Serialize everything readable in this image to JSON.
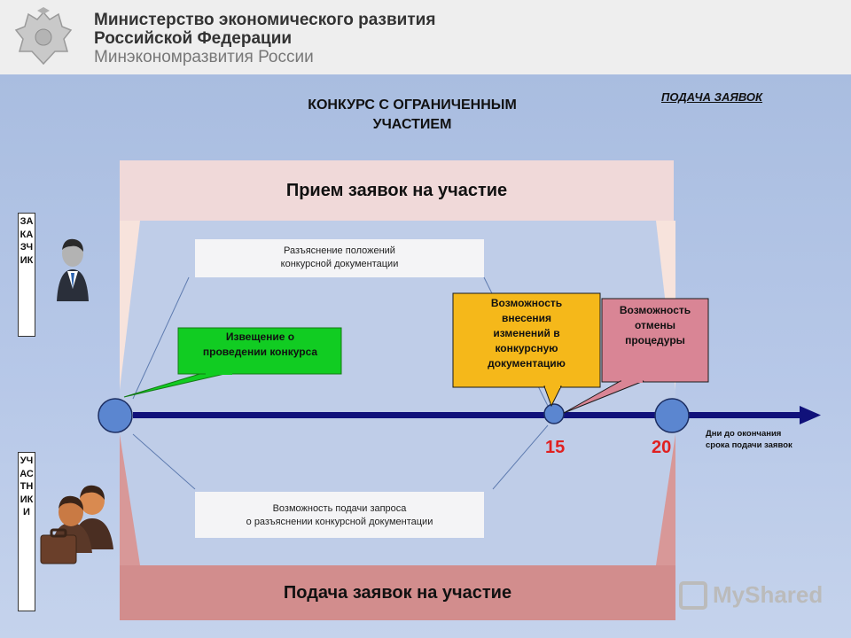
{
  "header": {
    "line1": "Министерство экономического развития",
    "line2": "Российской Федерации",
    "line3": "Минэкономразвития России"
  },
  "title": {
    "line1": "КОНКУРС С ОГРАНИЧЕННЫМ",
    "line2": "УЧАСТИЕМ"
  },
  "section_link": "ПОДАЧА ЗАЯВОК",
  "bands": {
    "top": "Прием заявок на участие",
    "bottom": "Подача заявок на участие"
  },
  "actors": {
    "customer": "ЗАКАЗЧИК",
    "participants": "УЧАСТНИКИ"
  },
  "info": {
    "customer_clarification": {
      "line1": "Разъяснение положений",
      "line2": "конкурсной документации"
    },
    "participant_request": {
      "line1": "Возможность  подачи запроса",
      "line2": "о разъяснении конкурсной документации"
    }
  },
  "callouts": {
    "notice": {
      "line1": "Извещение о",
      "line2": "проведении конкурса",
      "color": "#11cc22"
    },
    "changes": {
      "line1": "Возможность",
      "line2": "внесения",
      "line3": "изменений в",
      "line4": "конкурсную",
      "line5": "документацию",
      "color": "#f5b81a"
    },
    "cancel": {
      "line1": "Возможность",
      "line2": "отмены",
      "line3": "процедуры",
      "color": "#d98595"
    }
  },
  "timeline": {
    "day_15": "15",
    "day_20": "20",
    "axis_label_line1": "Дни до окончания",
    "axis_label_line2": "срока подачи заявок",
    "color": "#10117a"
  },
  "watermark": "MyShared"
}
